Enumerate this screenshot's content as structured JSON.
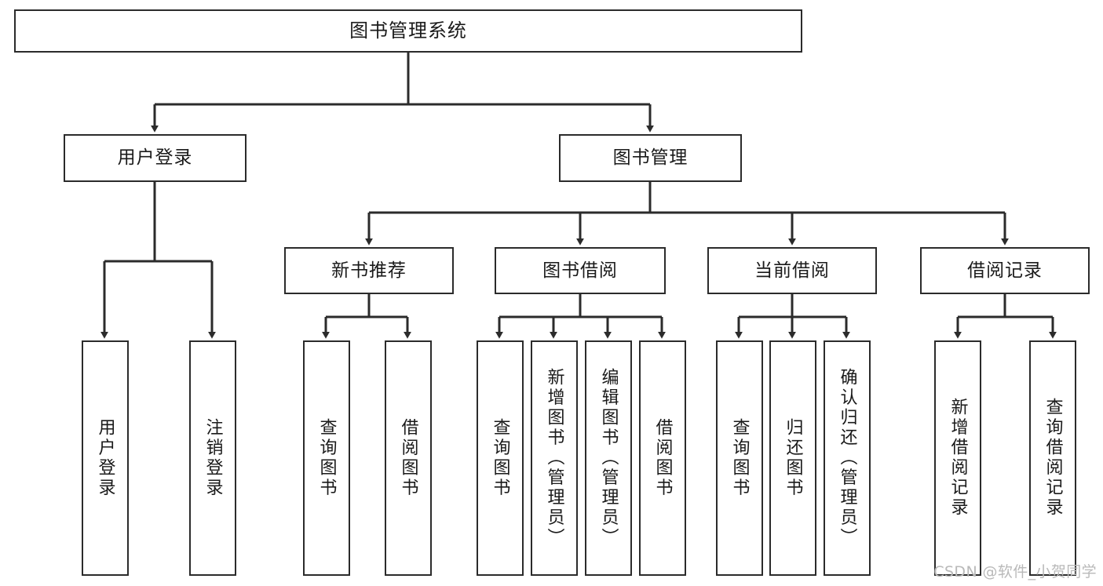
{
  "diagram": {
    "type": "tree",
    "title": "图书管理系统",
    "orientation": "top-down",
    "colors": {
      "box_border": "#2b2b2b",
      "box_fill": "#ffffff",
      "edge": "#2b2b2b",
      "text": "#1a1a1a",
      "watermark": "#b9b9b9",
      "background": "#ffffff"
    }
  },
  "root": {
    "label": "图书管理系统"
  },
  "level2": [
    {
      "label": "用户登录"
    },
    {
      "label": "图书管理"
    }
  ],
  "level3": [
    {
      "label": "新书推荐"
    },
    {
      "label": "图书借阅"
    },
    {
      "label": "当前借阅"
    },
    {
      "label": "借阅记录"
    }
  ],
  "leaves": {
    "user_login": [
      {
        "label": "用户登录"
      },
      {
        "label": "注销登录"
      }
    ],
    "new_book": [
      {
        "label": "查询图书"
      },
      {
        "label": "借阅图书"
      }
    ],
    "book_borrow": [
      {
        "label": "查询图书"
      },
      {
        "label": "新增图书（管理员）"
      },
      {
        "label": "编辑图书（管理员）"
      },
      {
        "label": "借阅图书"
      }
    ],
    "current_borrow": [
      {
        "label": "查询图书"
      },
      {
        "label": "归还图书"
      },
      {
        "label": "确认归还（管理员）"
      }
    ],
    "borrow_record": [
      {
        "label": "新增借阅记录"
      },
      {
        "label": "查询借阅记录"
      }
    ]
  },
  "watermark": {
    "text": "CSDN @软件_小贺同学"
  }
}
